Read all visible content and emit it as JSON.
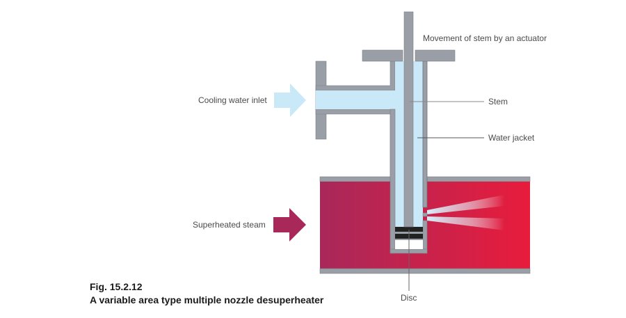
{
  "figure": {
    "number": "Fig. 15.2.12",
    "title": "A variable area type multiple nozzle desuperheater"
  },
  "labels": {
    "actuator": "Movement of stem by an actuator",
    "stem": "Stem",
    "water_jacket": "Water jacket",
    "cooling_water_inlet": "Cooling water inlet",
    "superheated_steam": "Superheated steam",
    "disc": "Disc"
  },
  "colors": {
    "metal": "#9a9ea6",
    "water": "#c9e9f9",
    "steam_start": "#a8285a",
    "steam_end": "#e81c3c",
    "disc": "#222222",
    "leader": "#555555"
  }
}
